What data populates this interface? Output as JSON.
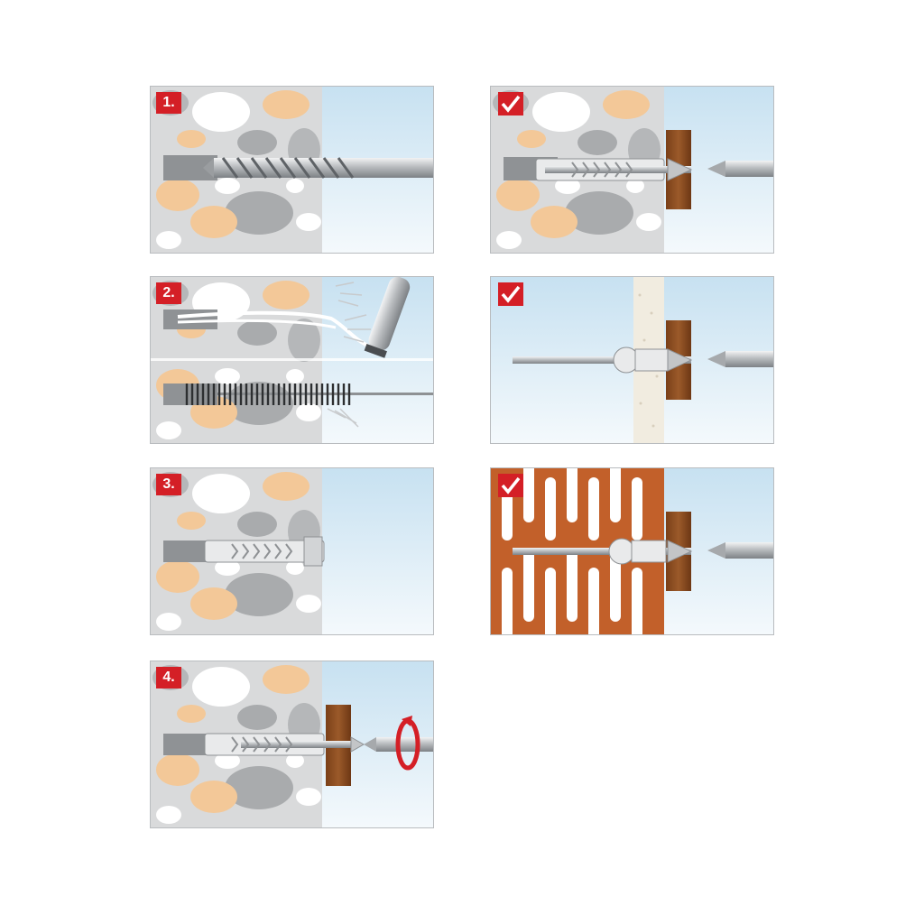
{
  "steps": [
    {
      "label": "1."
    },
    {
      "label": "2."
    },
    {
      "label": "3."
    },
    {
      "label": "4."
    }
  ],
  "checks": [
    {
      "icon": "checkmark-icon"
    },
    {
      "icon": "checkmark-icon"
    },
    {
      "icon": "checkmark-icon"
    }
  ],
  "colors": {
    "badge": "#d41f26",
    "concrete": "#d9dadb",
    "stone_grey": "#a9abad",
    "stone_tan": "#f3c898",
    "sky": "#c9e2f1",
    "wood": "#8a4a1f",
    "brick": "#c2602a"
  }
}
